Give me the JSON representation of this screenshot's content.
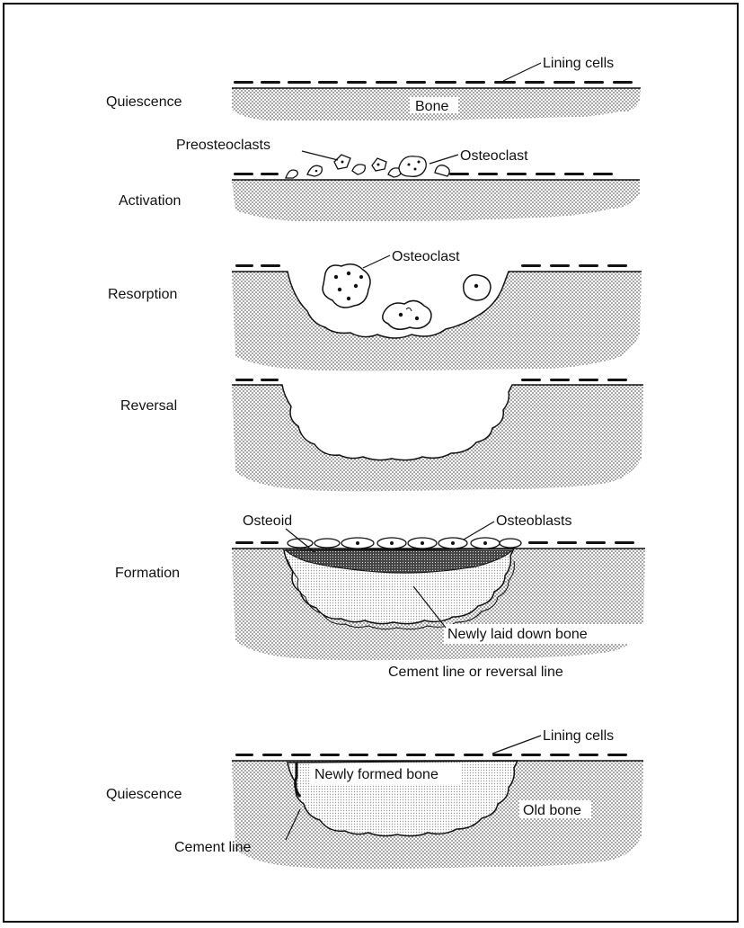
{
  "stages": [
    {
      "name": "Quiescence"
    },
    {
      "name": "Activation"
    },
    {
      "name": "Resorption"
    },
    {
      "name": "Reversal"
    },
    {
      "name": "Formation"
    },
    {
      "name": "Quiescence"
    }
  ],
  "labels": {
    "lining_cells_top": "Lining cells",
    "bone": "Bone",
    "preosteoclasts": "Preosteoclasts",
    "osteoclast_activation": "Osteoclast",
    "osteoclast_resorption": "Osteoclast",
    "osteoid": "Osteoid",
    "osteoblasts": "Osteoblasts",
    "newly_laid_down_bone": "Newly laid down bone",
    "cement_or_reversal_line": "Cement line or reversal line",
    "lining_cells_bottom": "Lining cells",
    "newly_formed_bone": "Newly formed bone",
    "old_bone": "Old bone",
    "cement_line": "Cement line"
  },
  "colors": {
    "ink": "#111111",
    "bone_dots": "#6a6a6a",
    "new_bone_dots": "#9a9a9a",
    "osteoid": "#333333"
  }
}
